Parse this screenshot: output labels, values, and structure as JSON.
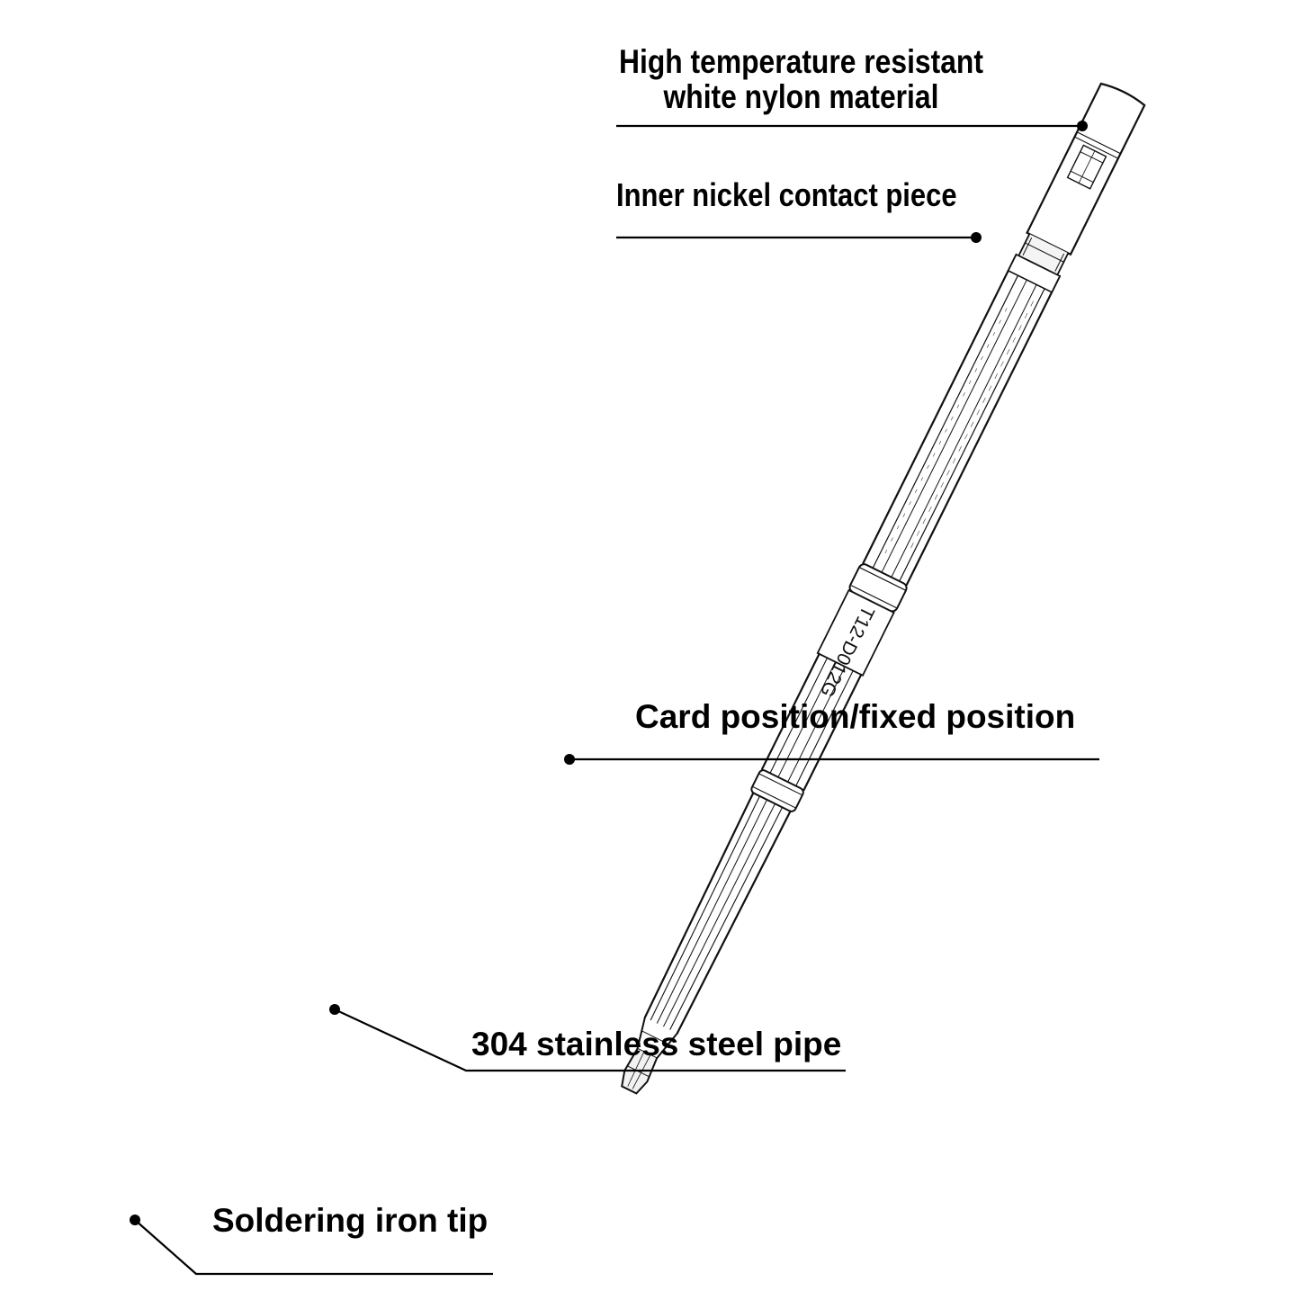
{
  "diagram": {
    "callouts": [
      {
        "id": "nylon",
        "text_lines": [
          "High temperature resistant",
          "white nylon material"
        ]
      },
      {
        "id": "nickel",
        "text": "Inner nickel contact piece"
      },
      {
        "id": "card",
        "text": "Card position/fixed position"
      },
      {
        "id": "pipe",
        "text": "304 stainless steel pipe"
      },
      {
        "id": "tip",
        "text": "Soldering iron tip"
      }
    ],
    "sleeve_marking": "T12-D012G",
    "colors": {
      "ink": "#000000",
      "background": "#ffffff"
    }
  }
}
